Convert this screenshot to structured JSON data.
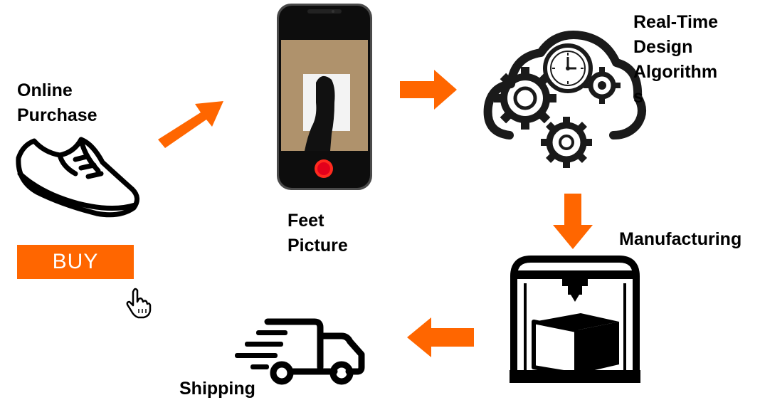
{
  "steps": {
    "purchase": {
      "line1": "Online",
      "line2": "Purchase",
      "button_label": "BUY"
    },
    "picture": {
      "line1": "Feet",
      "line2": "Picture"
    },
    "algorithm": {
      "line1": "Real-Time",
      "line2": "Design",
      "line3": "Algorithm",
      "line4": "s"
    },
    "manufacturing": {
      "label": "Manufacturing"
    },
    "shipping": {
      "label": "Shipping"
    }
  },
  "colors": {
    "arrow": "#ff6600",
    "button": "#ff6600",
    "record": "#e3001b",
    "icon": "#000000"
  },
  "icons": [
    "sneaker-icon",
    "hand-pointer-icon",
    "smartphone-icon",
    "cloud-gears-icon",
    "3d-printer-icon",
    "delivery-truck-icon"
  ]
}
